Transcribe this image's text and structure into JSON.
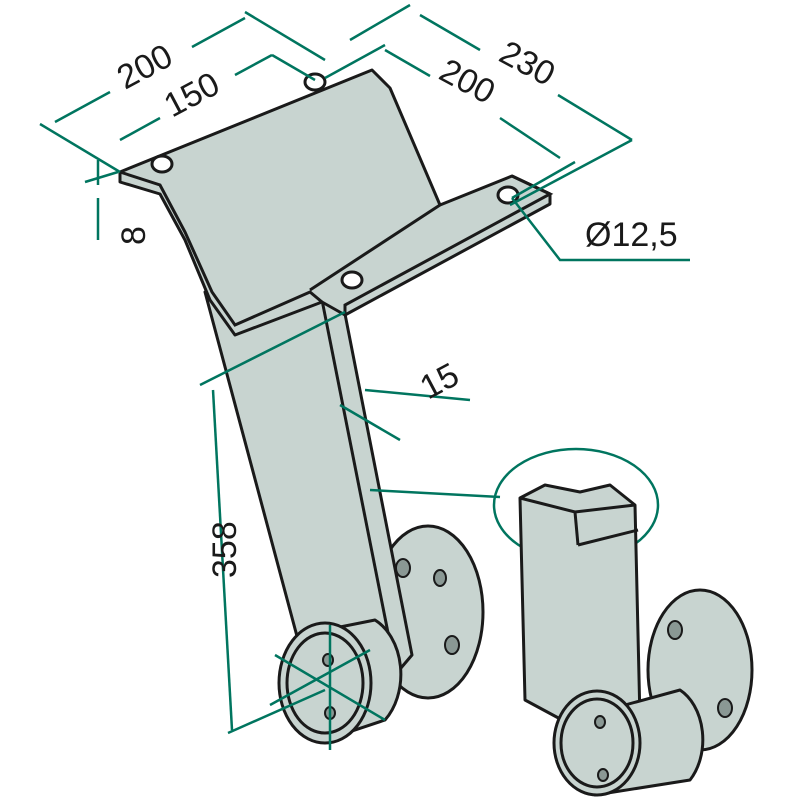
{
  "colors": {
    "part": "#c8d4d0",
    "outline": "#1a1a1a",
    "dimension": "#00755f"
  },
  "dimensions": {
    "plate_width": "200",
    "hole_spacing_plate": "150",
    "bar_length": "230",
    "hole_spacing_bar": "200",
    "thickness": "8",
    "hole_diameter": "Ø12,5",
    "arm_thickness": "15",
    "height": "358"
  }
}
